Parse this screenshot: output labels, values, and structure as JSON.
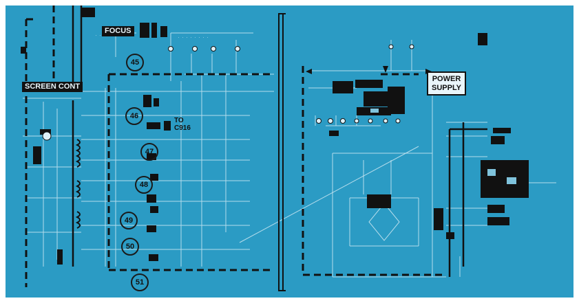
{
  "labels": {
    "focus": "FOCUS",
    "screen_cont": "SCREEN CONT",
    "power_supply": "POWER\nSUPPLY",
    "to_c916": "TO\nC916"
  },
  "callouts": [
    "45",
    "46",
    "47",
    "48",
    "49",
    "50",
    "51"
  ],
  "colors": {
    "background": "#2b9bc4",
    "ink": "#111111",
    "light_line": "#cfe9f3"
  }
}
